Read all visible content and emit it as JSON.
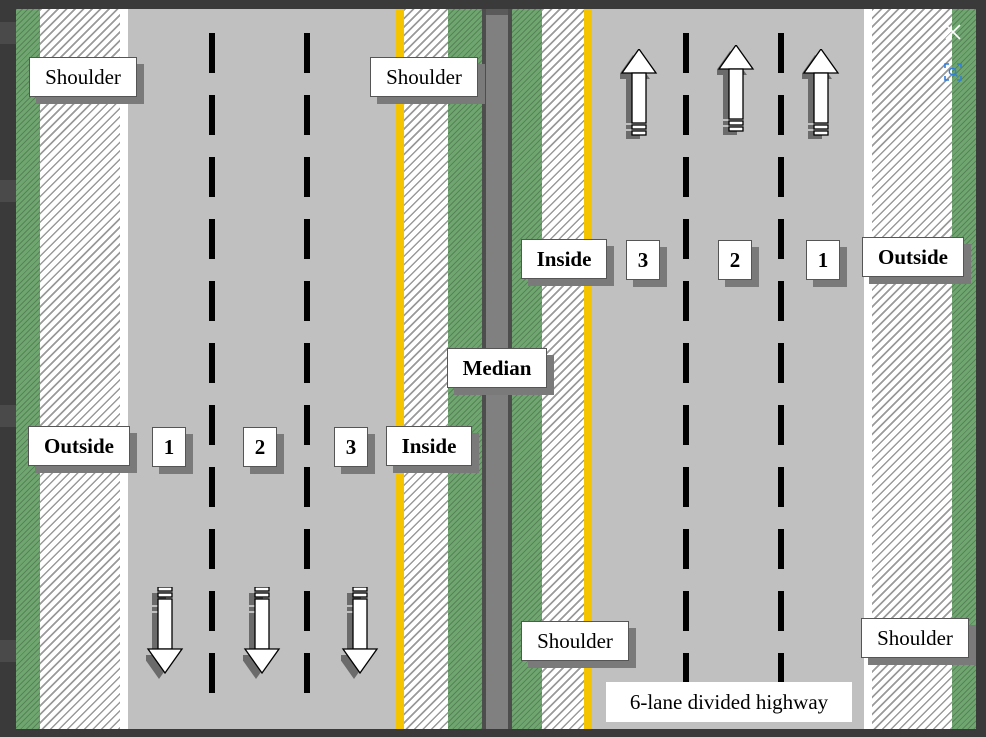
{
  "diagram": {
    "left_shoulder_top": "Shoulder",
    "left_inner_shoulder": "Shoulder",
    "right_inner_shoulder": "Shoulder",
    "right_shoulder_bottom": "Shoulder",
    "median": "Median",
    "left_outside": "Outside",
    "left_inside": "Inside",
    "right_inside": "Inside",
    "right_outside": "Outside",
    "left_lanes": [
      "1",
      "2",
      "3"
    ],
    "right_lanes": [
      "3",
      "2",
      "1"
    ],
    "caption": "6-lane divided highway",
    "colors": {
      "asphalt": "#c0c0c0",
      "grass": "#6fa66f",
      "center_line": "#f5c400",
      "edge_line": "#ffffff",
      "barrier": "#808080"
    }
  },
  "viewer_controls": {
    "close_icon": "close-icon",
    "zoom_icon": "zoom-icon"
  }
}
